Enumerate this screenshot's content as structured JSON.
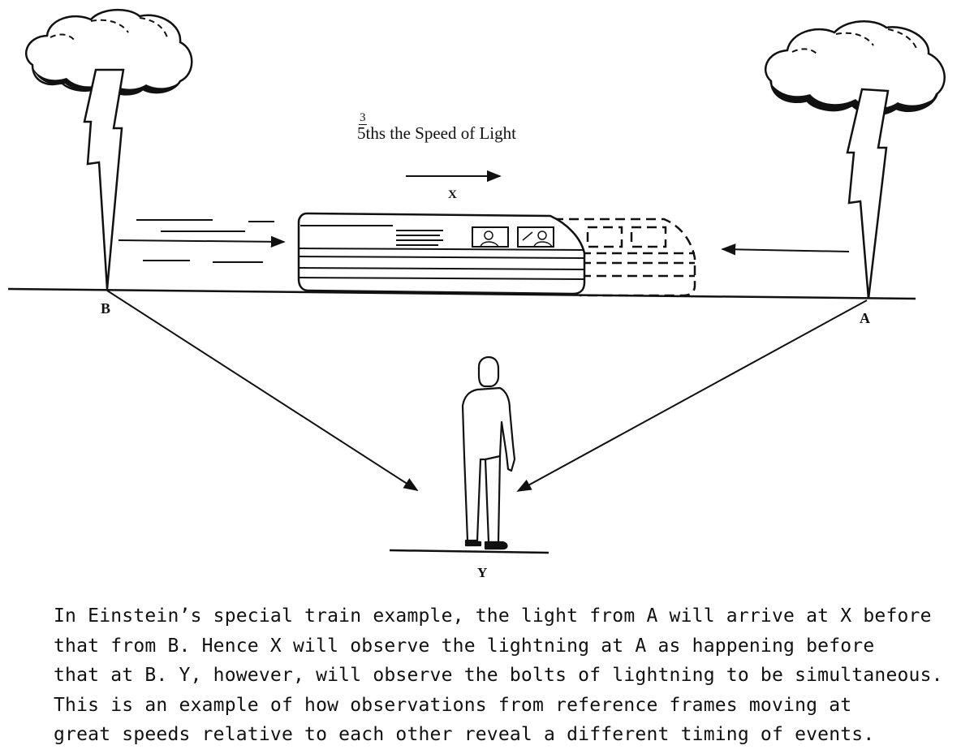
{
  "diagram": {
    "labels": {
      "point_a": "A",
      "point_b": "B",
      "observer_x": "X",
      "observer_y": "Y"
    },
    "speed_label": {
      "numerator": "3",
      "denominator": "5",
      "text": "ths the Speed of Light"
    },
    "elements": [
      "cloud-icon",
      "lightning-bolt-icon",
      "train-icon",
      "ghost-train-icon",
      "person-icon",
      "arrow-icon"
    ]
  },
  "caption": {
    "lines": [
      "In Einstein’s special train example, the light from A will arrive at X before",
      "that from B.  Hence X will observe the lightning at A as happening before",
      "that at B.  Y, however, will observe the bolts of lightning to be simultaneous.",
      "This is an example of how observations from reference frames moving at",
      "great speeds relative to each other reveal a different timing of events."
    ]
  },
  "colors": {
    "ink": "#111111",
    "background": "#ffffff"
  }
}
